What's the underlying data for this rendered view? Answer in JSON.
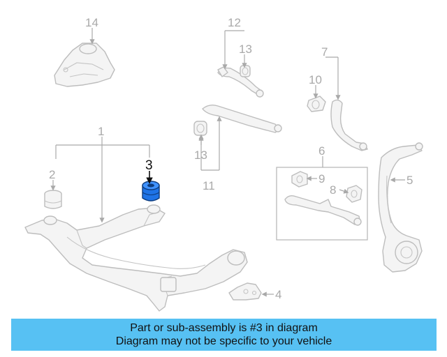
{
  "colors": {
    "banner_bg": "#57c1f3",
    "highlight_part": "#1e73e6",
    "inactive_gray": "#a9a9a9",
    "active_text": "#111111"
  },
  "callouts": [
    "1",
    "2",
    "3",
    "4",
    "5",
    "6",
    "7",
    "8",
    "9",
    "10",
    "11",
    "12",
    "13",
    "13",
    "14"
  ],
  "highlighted_callout": "3",
  "banner": {
    "line1": "Part or sub-assembly is #3 in diagram",
    "line2": "Diagram may not be specific to your vehicle"
  }
}
